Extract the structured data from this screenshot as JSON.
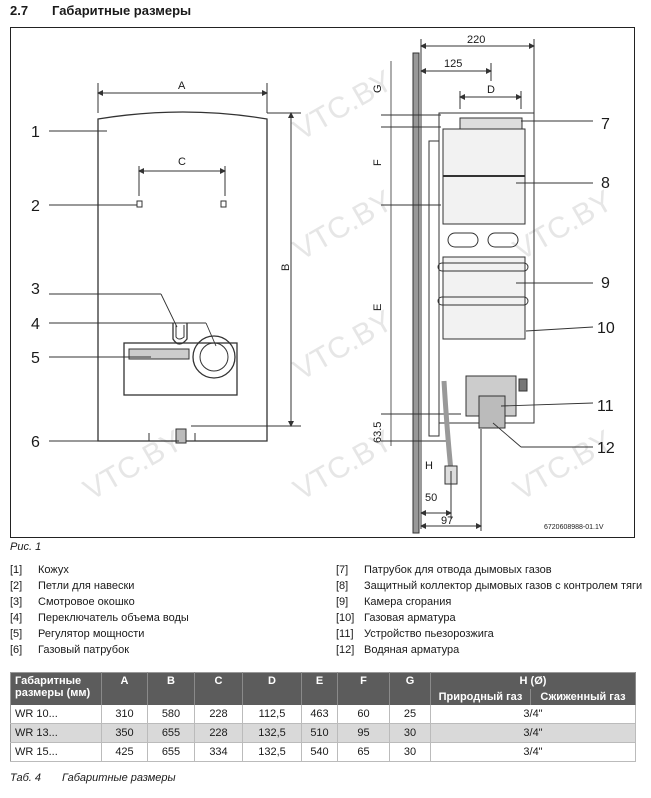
{
  "section": {
    "number": "2.7",
    "title": "Габаритные размеры"
  },
  "figure": {
    "caption": "Рис. 1",
    "code": "6720608988-01.1V",
    "dims": {
      "A": "A",
      "B": "B",
      "C": "C",
      "D": "D",
      "E": "E",
      "F": "F",
      "G": "G",
      "H": "H",
      "d220": "220",
      "d125": "125",
      "d63": "63.5",
      "d50": "50",
      "d97": "97"
    },
    "callouts": [
      "1",
      "2",
      "3",
      "4",
      "5",
      "6",
      "7",
      "8",
      "9",
      "10",
      "11",
      "12"
    ],
    "watermark": "VTC.BY"
  },
  "legend": {
    "left": [
      {
        "key": "[1]",
        "text": "Кожух"
      },
      {
        "key": "[2]",
        "text": "Петли для навески"
      },
      {
        "key": "[3]",
        "text": "Смотровое окошко"
      },
      {
        "key": "[4]",
        "text": "Переключатель объема воды"
      },
      {
        "key": "[5]",
        "text": "Регулятор мощности"
      },
      {
        "key": "[6]",
        "text": "Газовый патрубок"
      }
    ],
    "right": [
      {
        "key": "[7]",
        "text": "Патрубок для отвода дымовых газов"
      },
      {
        "key": "[8]",
        "text": "Защитный коллектор дымовых газов с контролем тяги"
      },
      {
        "key": "[9]",
        "text": "Камера сгорания"
      },
      {
        "key": "[10]",
        "text": "Газовая арматура"
      },
      {
        "key": "[11]",
        "text": "Устройство пьезорозжига"
      },
      {
        "key": "[12]",
        "text": "Водяная арматура"
      }
    ]
  },
  "table": {
    "header": {
      "label": "Габаритные размеры (мм)",
      "cols": [
        "A",
        "B",
        "C",
        "D",
        "E",
        "F",
        "G"
      ],
      "h": "H (Ø)",
      "h_sub": [
        "Природный газ",
        "Сжиженный газ"
      ]
    },
    "rows": [
      {
        "model": "WR 10...",
        "values": [
          "310",
          "580",
          "228",
          "112,5",
          "463",
          "60",
          "25"
        ],
        "h": "3/4\""
      },
      {
        "model": "WR 13...",
        "values": [
          "350",
          "655",
          "228",
          "132,5",
          "510",
          "95",
          "30"
        ],
        "h": "3/4\""
      },
      {
        "model": "WR 15...",
        "values": [
          "425",
          "655",
          "334",
          "132,5",
          "540",
          "65",
          "30"
        ],
        "h": "3/4\""
      }
    ],
    "caption_num": "Таб. 4",
    "caption": "Габаритные размеры"
  }
}
